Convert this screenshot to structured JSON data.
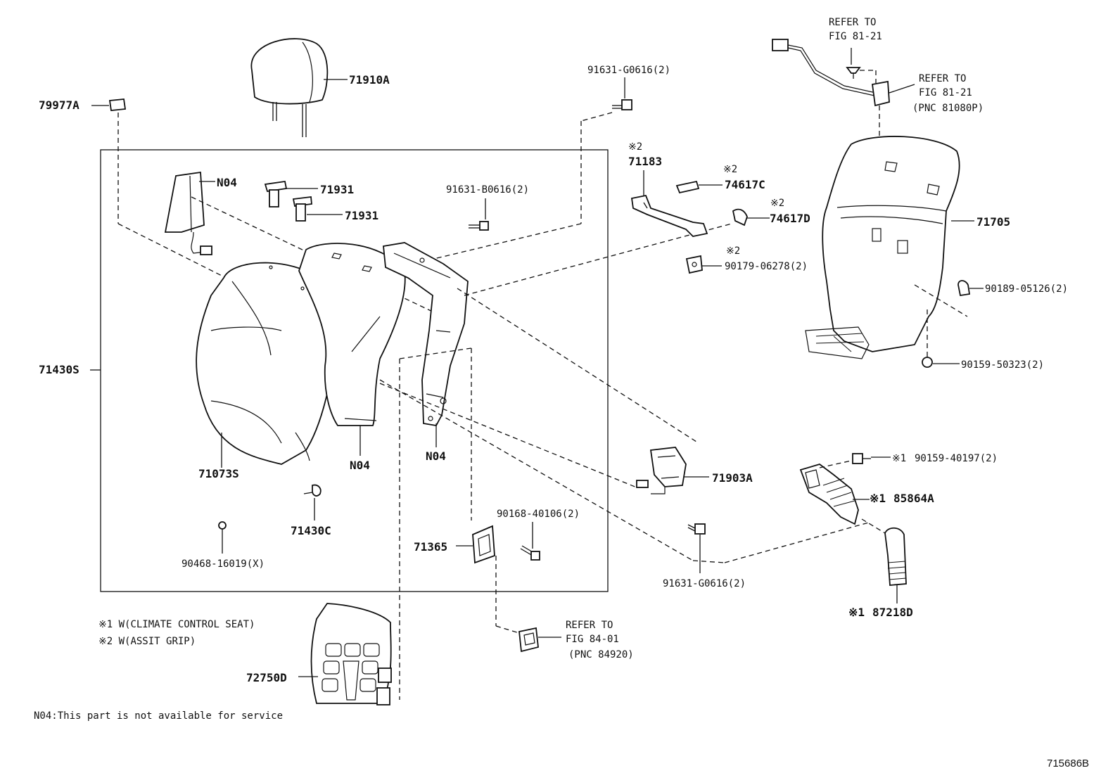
{
  "diagram_id": "715686B",
  "parts": {
    "p71910A": "71910A",
    "p79977A": "79977A",
    "p91631_G0616_top": "91631-G0616(2)",
    "p91631_B0616": "91631-B0616(2)",
    "pN04_a": "N04",
    "p71931_a": "71931",
    "p71931_b": "71931",
    "p71430S": "71430S",
    "p71073S": "71073S",
    "pN04_b": "N04",
    "pN04_c": "N04",
    "p71430C": "71430C",
    "p90468": "90468-16019(X)",
    "p71365": "71365",
    "p90168": "90168-40106(2)",
    "p71183": "71183",
    "p74617C": "74617C",
    "p74617D": "74617D",
    "p90179": "90179-06278(2)",
    "p71705": "71705",
    "p90189": "90189-05126(2)",
    "p90159_50323": "90159-50323(2)",
    "p71903A": "71903A",
    "p91631_G0616_bot": "91631-G0616(2)",
    "p90159_40197": "90159-40197(2)",
    "p85864A": "85864A",
    "p87218D": "87218D",
    "p72750D": "72750D"
  },
  "marks": {
    "m2_71183": "※2",
    "m2_74617C": "※2",
    "m2_74617D": "※2",
    "m2_90179": "※2",
    "m1_90159": "※1",
    "m1_85864A": "※1",
    "m1_87218D": "※1"
  },
  "refs": {
    "ref1_l1": "REFER TO",
    "ref1_l2": "FIG 81-21",
    "ref2_l1": "REFER TO",
    "ref2_l2": "FIG 81-21",
    "ref2_l3": "(PNC 81080P)",
    "ref3_l1": "REFER TO",
    "ref3_l2": "FIG 84-01",
    "ref3_l3": "(PNC 84920)"
  },
  "notes": {
    "note1": "※1 W(CLIMATE CONTROL SEAT)",
    "note2": "※2 W(ASSIT GRIP)",
    "n04_note": "N04:This part is not available for service"
  }
}
